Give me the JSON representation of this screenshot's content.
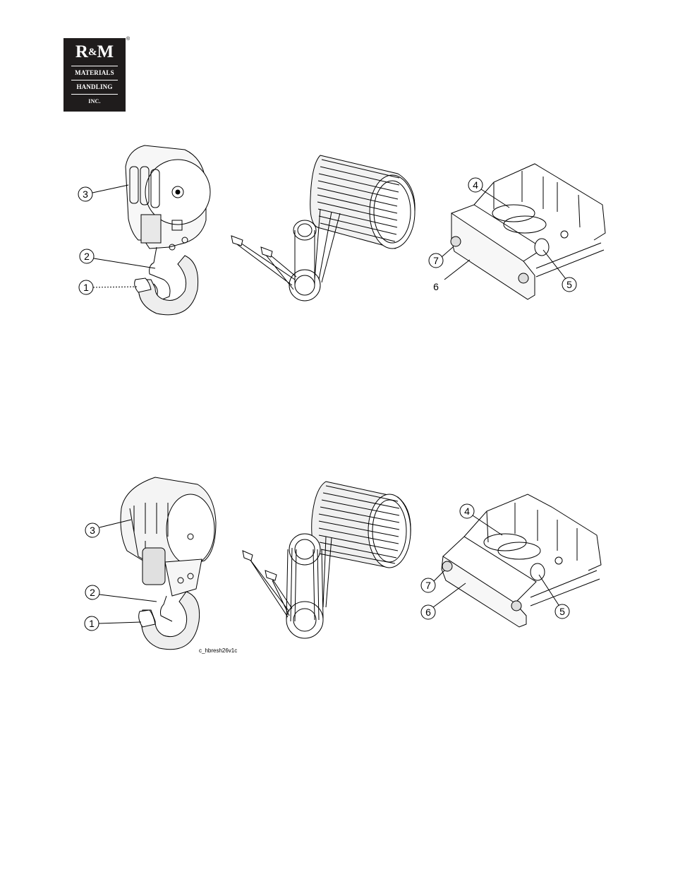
{
  "logo": {
    "brand": "R&M",
    "brand_r": "R",
    "brand_amp": "&",
    "brand_m": "M",
    "line1": "MATERIALS",
    "line2": "HANDLING",
    "line3": "INC.",
    "registered": "®"
  },
  "figure_top": {
    "callouts": [
      "3",
      "2",
      "1",
      "4",
      "7",
      "6",
      "5"
    ]
  },
  "figure_bottom": {
    "callouts": [
      "3",
      "2",
      "1",
      "4",
      "7",
      "6",
      "5"
    ],
    "caption": "c_hbresh26v1c"
  }
}
